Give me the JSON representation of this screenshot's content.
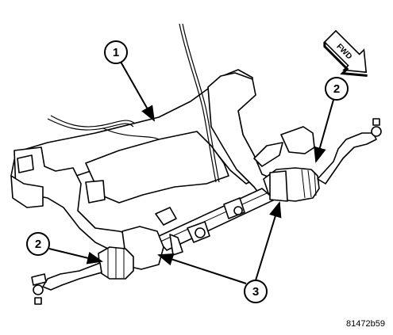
{
  "diagram": {
    "callouts": [
      {
        "label": "1"
      },
      {
        "label": "2"
      },
      {
        "label": "2"
      },
      {
        "label": "3"
      }
    ],
    "direction_arrow": {
      "label": "FWD"
    },
    "figure_id": "81472b59"
  }
}
